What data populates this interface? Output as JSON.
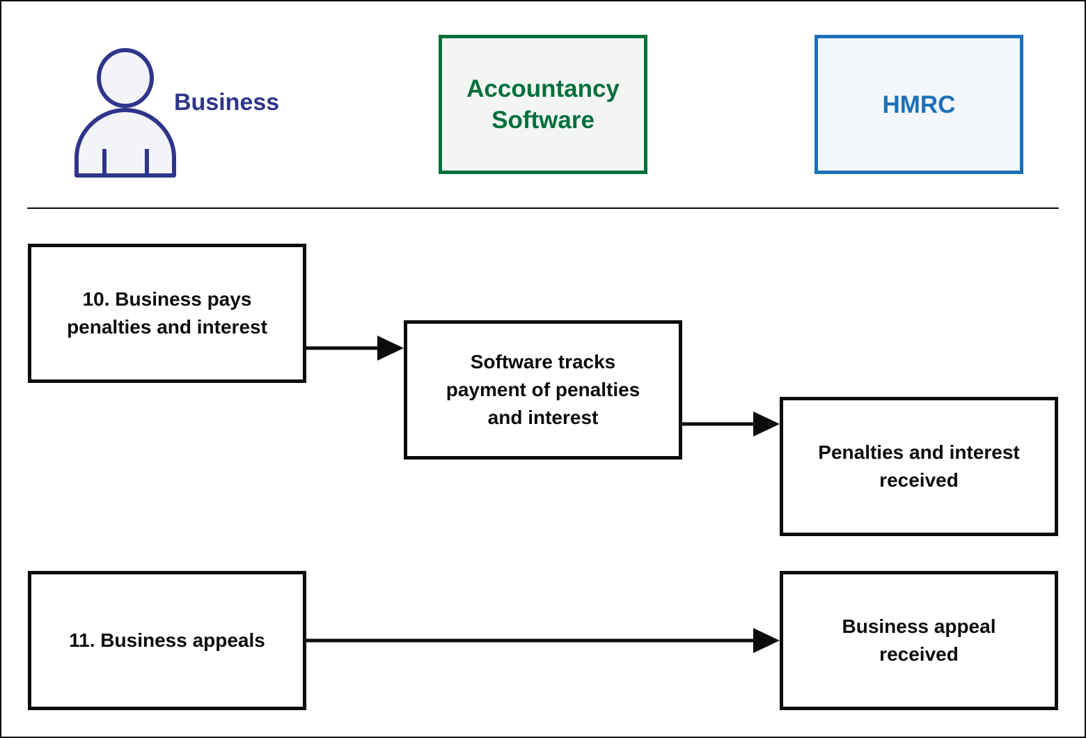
{
  "lanes": {
    "business": {
      "label": "Business",
      "icon": "person-icon",
      "color": "#2e358b"
    },
    "software": {
      "label": "Accountancy Software",
      "color": "#00703c"
    },
    "hmrc": {
      "label": "HMRC",
      "color": "#1d70b8"
    }
  },
  "steps": {
    "business_pays": "10. Business pays penalties and interest",
    "software_tracks": "Software tracks payment of penalties and interest",
    "hmrc_received": "Penalties and interest received",
    "business_appeals": "11. Business appeals",
    "hmrc_appeal_received": "Business appeal received"
  }
}
